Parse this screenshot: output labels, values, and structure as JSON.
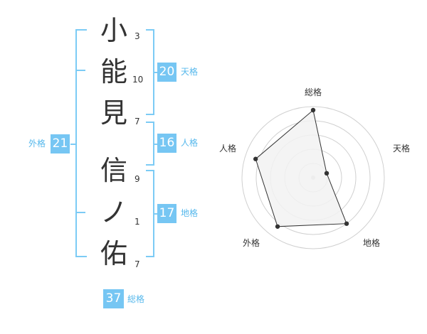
{
  "name": {
    "chars": [
      "小",
      "能",
      "見",
      "信",
      "ノ",
      "佑"
    ],
    "strokes": [
      "3",
      "10",
      "7",
      "9",
      "1",
      "7"
    ]
  },
  "scores": {
    "tenkaku": {
      "label": "天格",
      "value": "20"
    },
    "jinkaku": {
      "label": "人格",
      "value": "16"
    },
    "chikaku": {
      "label": "地格",
      "value": "17"
    },
    "gaikaku": {
      "label": "外格",
      "value": "21"
    },
    "soukaku": {
      "label": "総格",
      "value": "37"
    }
  },
  "colors": {
    "accent": "#76c6f3",
    "bracket": "#7ccbf5",
    "label_text": "#56b8ec",
    "text": "#333333"
  },
  "chart_data": {
    "type": "radar",
    "axes": [
      "総格",
      "天格",
      "地格",
      "外格",
      "人格"
    ],
    "values": [
      0.95,
      0.2,
      0.8,
      0.85,
      0.85
    ],
    "rings": 5,
    "fill": "#f2f2f2",
    "stroke": "#333333"
  }
}
